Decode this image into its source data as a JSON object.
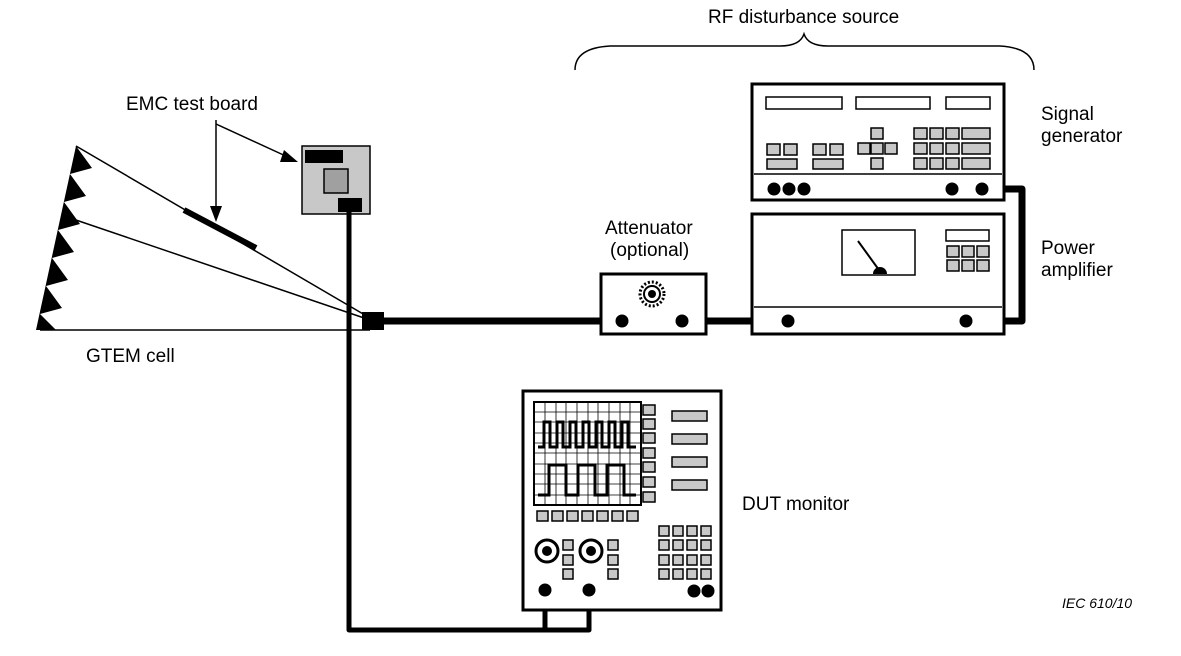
{
  "labels": {
    "rf_source": "RF disturbance source",
    "emc_board": "EMC test board",
    "signal_gen_1": "Signal",
    "signal_gen_2": "generator",
    "attenuator_1": "Attenuator",
    "attenuator_2": "(optional)",
    "power_amp_1": "Power",
    "power_amp_2": "amplifier",
    "gtem": "GTEM cell",
    "dut_monitor": "DUT monitor",
    "figure_ref": "IEC   610/10"
  }
}
